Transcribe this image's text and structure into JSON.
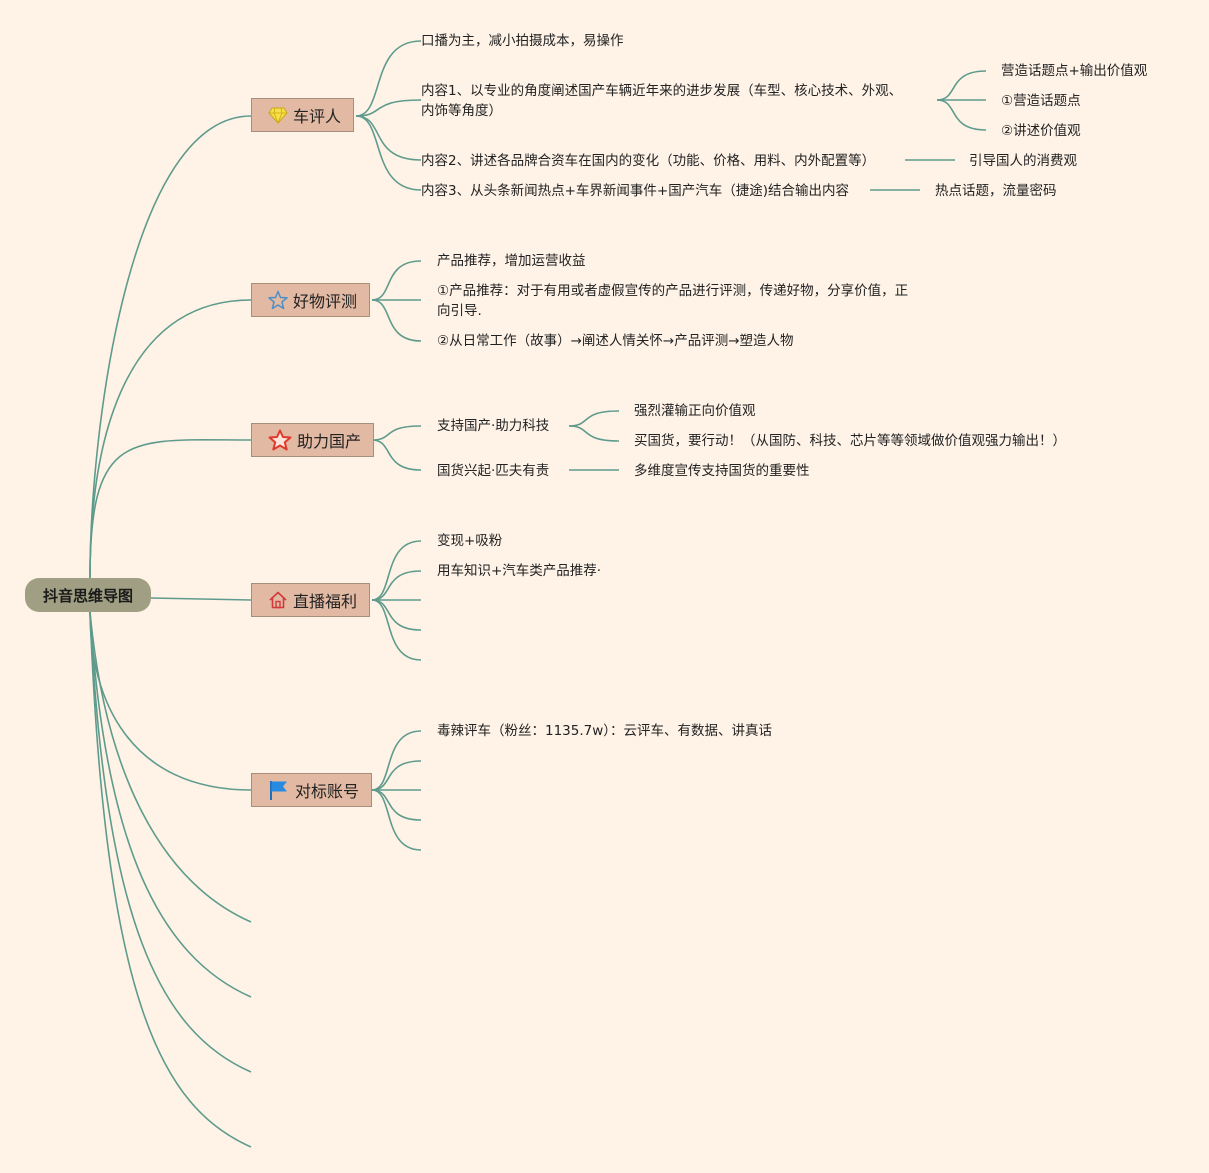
{
  "root": {
    "label": "抖音思维导图"
  },
  "topics": {
    "t1": {
      "label": "车评人",
      "icon": "diamond-icon"
    },
    "t2": {
      "label": "好物评测",
      "icon": "star-outline-icon"
    },
    "t3": {
      "label": "助力国产",
      "icon": "red-star-icon"
    },
    "t4": {
      "label": "直播福利",
      "icon": "home-icon"
    },
    "t5": {
      "label": "对标账号",
      "icon": "flag-icon"
    }
  },
  "nodes": {
    "n1_1": "口播为主，减小拍摄成本，易操作",
    "n1_2a": "内容1、以专业的角度阐述国产车辆近年来的进步发展（车型、核心技术、外观、",
    "n1_2b": "内饰等角度）",
    "n1_2_1": "营造话题点+输出价值观",
    "n1_2_2": "①营造话题点",
    "n1_2_3": "②讲述价值观",
    "n1_3": "内容2、讲述各品牌合资车在国内的变化（功能、价格、用料、内外配置等）",
    "n1_3_1": "引导国人的消费观",
    "n1_4": "内容3、从头条新闻热点+车界新闻事件+国产汽车（捷途)结合输出内容",
    "n1_4_1": "热点话题，流量密码",
    "n2_1": "产品推荐，增加运营收益",
    "n2_2a": "①产品推荐：对于有用或者虚假宣传的产品进行评测，传递好物，分享价值，正",
    "n2_2b": "向引导.",
    "n2_3": "②从日常工作（故事）→阐述人情关怀→产品评测→塑造人物",
    "n3_1": "支持国产·助力科技",
    "n3_1_1": "强烈灌输正向价值观",
    "n3_1_2": "买国货，要行动！（从国防、科技、芯片等等领域做价值观强力输出！）",
    "n3_2": "国货兴起·匹夫有责",
    "n3_2_1": "多维度宣传支持国货的重要性",
    "n4_1": "变现+吸粉",
    "n4_2": "用车知识+汽车类产品推荐·",
    "n5_1": "毒辣评车（粉丝：1135.7w）：云评车、有数据、讲真话"
  },
  "colors": {
    "background": "#fff3e8",
    "line": "#5f9b8c",
    "root_fill": "#a09f83",
    "topic_fill": "#e2b9a3",
    "topic_border": "#a88f7d"
  }
}
